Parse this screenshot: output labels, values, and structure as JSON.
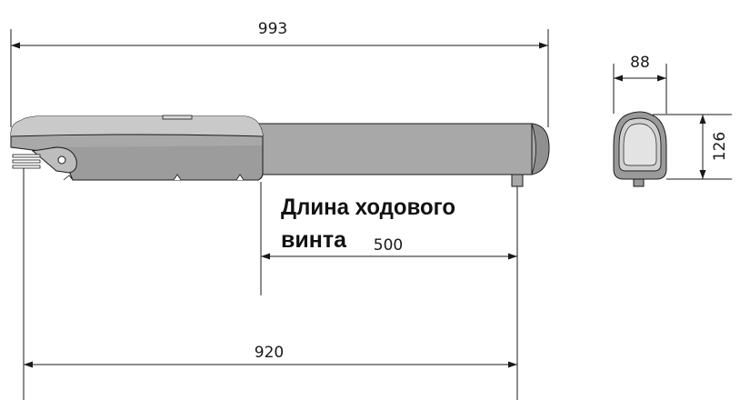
{
  "dimensions": {
    "overall_length": "993",
    "stroke_length": "500",
    "mounting_length": "920",
    "profile_width": "88",
    "profile_height": "126"
  },
  "caption": {
    "line1": "Длина ходового",
    "line2": "винта"
  },
  "colors": {
    "line": "#1a1a1a",
    "housing": "#a8a8a8",
    "housing_dark": "#8f8f8f",
    "housing_light": "#c9c9c9",
    "profile_outer": "#9a9a9a",
    "profile_inner": "#d0d0d0"
  }
}
